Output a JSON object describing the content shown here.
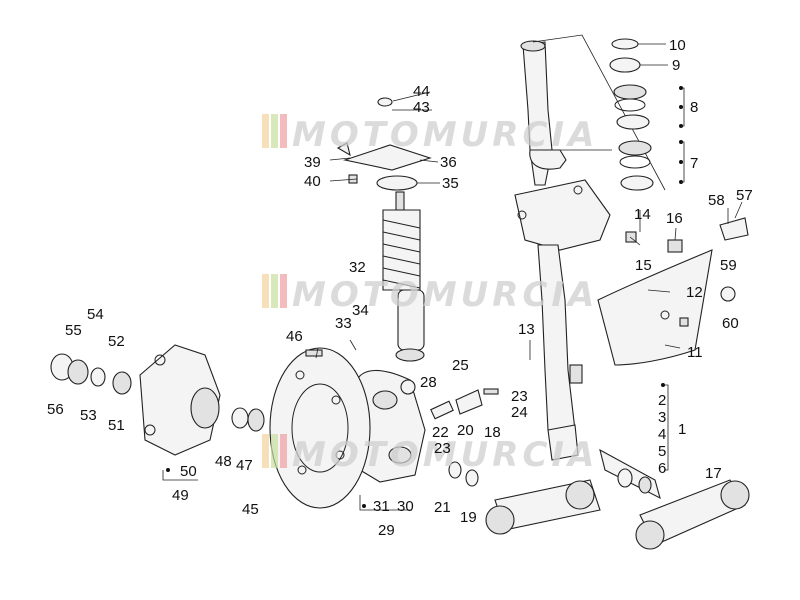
{
  "watermark": {
    "text": "MOTOMURCIA"
  },
  "callouts": [
    {
      "id": "c1",
      "label": "1"
    },
    {
      "id": "c2",
      "label": "2"
    },
    {
      "id": "c3",
      "label": "3"
    },
    {
      "id": "c4",
      "label": "4"
    },
    {
      "id": "c5",
      "label": "5"
    },
    {
      "id": "c6",
      "label": "6"
    },
    {
      "id": "c7",
      "label": "7"
    },
    {
      "id": "c8",
      "label": "8"
    },
    {
      "id": "c9",
      "label": "9"
    },
    {
      "id": "c10",
      "label": "10"
    },
    {
      "id": "c11",
      "label": "11"
    },
    {
      "id": "c12",
      "label": "12"
    },
    {
      "id": "c13",
      "label": "13"
    },
    {
      "id": "c14",
      "label": "14"
    },
    {
      "id": "c15",
      "label": "15"
    },
    {
      "id": "c16",
      "label": "16"
    },
    {
      "id": "c17",
      "label": "17"
    },
    {
      "id": "c18",
      "label": "18"
    },
    {
      "id": "c19",
      "label": "19"
    },
    {
      "id": "c20",
      "label": "20"
    },
    {
      "id": "c21",
      "label": "21"
    },
    {
      "id": "c22",
      "label": "22"
    },
    {
      "id": "c23a",
      "label": "23"
    },
    {
      "id": "c23b",
      "label": "23"
    },
    {
      "id": "c24",
      "label": "24"
    },
    {
      "id": "c25",
      "label": "25"
    },
    {
      "id": "c28",
      "label": "28"
    },
    {
      "id": "c29",
      "label": "29"
    },
    {
      "id": "c30",
      "label": "30"
    },
    {
      "id": "c31",
      "label": "31"
    },
    {
      "id": "c32",
      "label": "32"
    },
    {
      "id": "c33",
      "label": "33"
    },
    {
      "id": "c34",
      "label": "34"
    },
    {
      "id": "c35",
      "label": "35"
    },
    {
      "id": "c36",
      "label": "36"
    },
    {
      "id": "c39",
      "label": "39"
    },
    {
      "id": "c40",
      "label": "40"
    },
    {
      "id": "c43",
      "label": "43"
    },
    {
      "id": "c44",
      "label": "44"
    },
    {
      "id": "c45",
      "label": "45"
    },
    {
      "id": "c46",
      "label": "46"
    },
    {
      "id": "c47",
      "label": "47"
    },
    {
      "id": "c48",
      "label": "48"
    },
    {
      "id": "c49",
      "label": "49"
    },
    {
      "id": "c50",
      "label": "50"
    },
    {
      "id": "c51",
      "label": "51"
    },
    {
      "id": "c52",
      "label": "52"
    },
    {
      "id": "c53",
      "label": "53"
    },
    {
      "id": "c54",
      "label": "54"
    },
    {
      "id": "c55",
      "label": "55"
    },
    {
      "id": "c56",
      "label": "56"
    },
    {
      "id": "c57",
      "label": "57"
    },
    {
      "id": "c58",
      "label": "58"
    },
    {
      "id": "c59",
      "label": "59"
    },
    {
      "id": "c60",
      "label": "60"
    }
  ]
}
